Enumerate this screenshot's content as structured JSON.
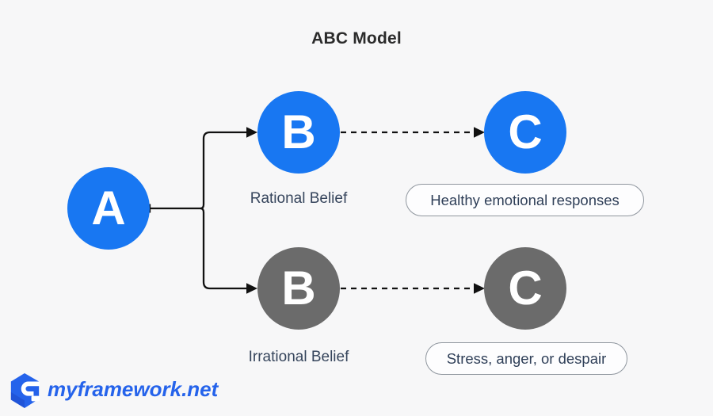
{
  "title": "ABC Model",
  "colors": {
    "background": "#F7F7F8",
    "accent_blue": "#1877F2",
    "neutral_gray": "#6B6B6B",
    "connector_black": "#111111",
    "label_navy": "#36455C",
    "pill_border": "#8F969E",
    "pill_text": "#2F3F58",
    "title_dark": "#2B2B2B",
    "brand_blue": "#2563EB"
  },
  "diagram": {
    "activating": {
      "letter": "A"
    },
    "branches": [
      {
        "belief_letter": "B",
        "belief_label": "Rational Belief",
        "consequence_letter": "C",
        "consequence_label": "Healthy emotional responses"
      },
      {
        "belief_letter": "B",
        "belief_label": "Irrational Belief",
        "consequence_letter": "C",
        "consequence_label": "Stress, anger, or despair"
      }
    ]
  },
  "footer": {
    "logo_icon": "cube-logo-icon",
    "brand_text": "myframework.net"
  }
}
